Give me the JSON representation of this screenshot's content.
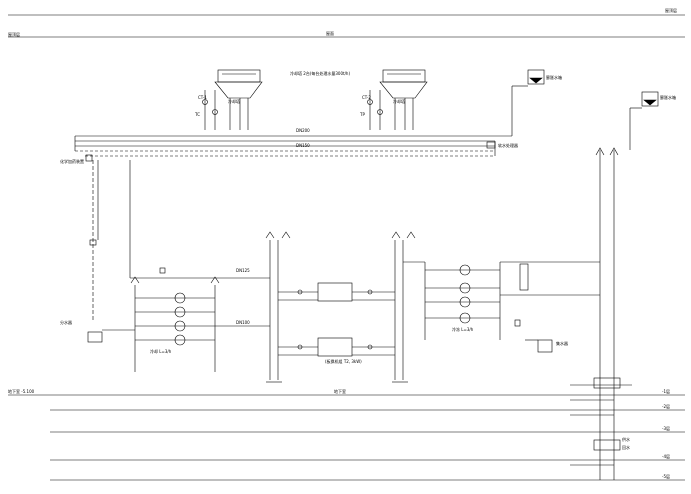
{
  "drawing": {
    "floor_label_top_right": "屋顶层",
    "floor_label_roof": "屋顶层",
    "roof_center_label": "屋面",
    "tower_note": "冷却塔 2台(每台处理水量300t/h)",
    "tower_left_label": "冷却塔",
    "tower_right_label": "冷却塔",
    "expansion_tank_left": "膨胀水箱",
    "expansion_tank_right": "膨胀水箱",
    "chemical_dosing": "化学加药装置",
    "water_treatment": "软水处理器",
    "heat_exchanger_note": "(板换机组 T2, 3kW)",
    "pump_note_left": "冷却 L=3/h",
    "pump_note_right": "冷冻 L=3/h",
    "basement_level": "地下室 -5.100",
    "basement_center": "地下室",
    "level_minus_1": "-1层",
    "level_minus_2": "-2层",
    "level_minus_3": "-3层",
    "level_minus_4": "-4层",
    "level_minus_5": "-5层",
    "pipe_size_dn150": "DN150",
    "pipe_size_dn200": "DN200",
    "pipe_size_dn125": "DN125",
    "pipe_size_dn100": "DN100",
    "header_tag_a": "分水器",
    "header_tag_b": "集水器",
    "riser_tag_1": "供水",
    "riser_tag_2": "回水",
    "tag_ct1": "CT-1",
    "tag_ct2": "CT-2",
    "tag_tc": "TC",
    "tag_tp": "TP"
  }
}
